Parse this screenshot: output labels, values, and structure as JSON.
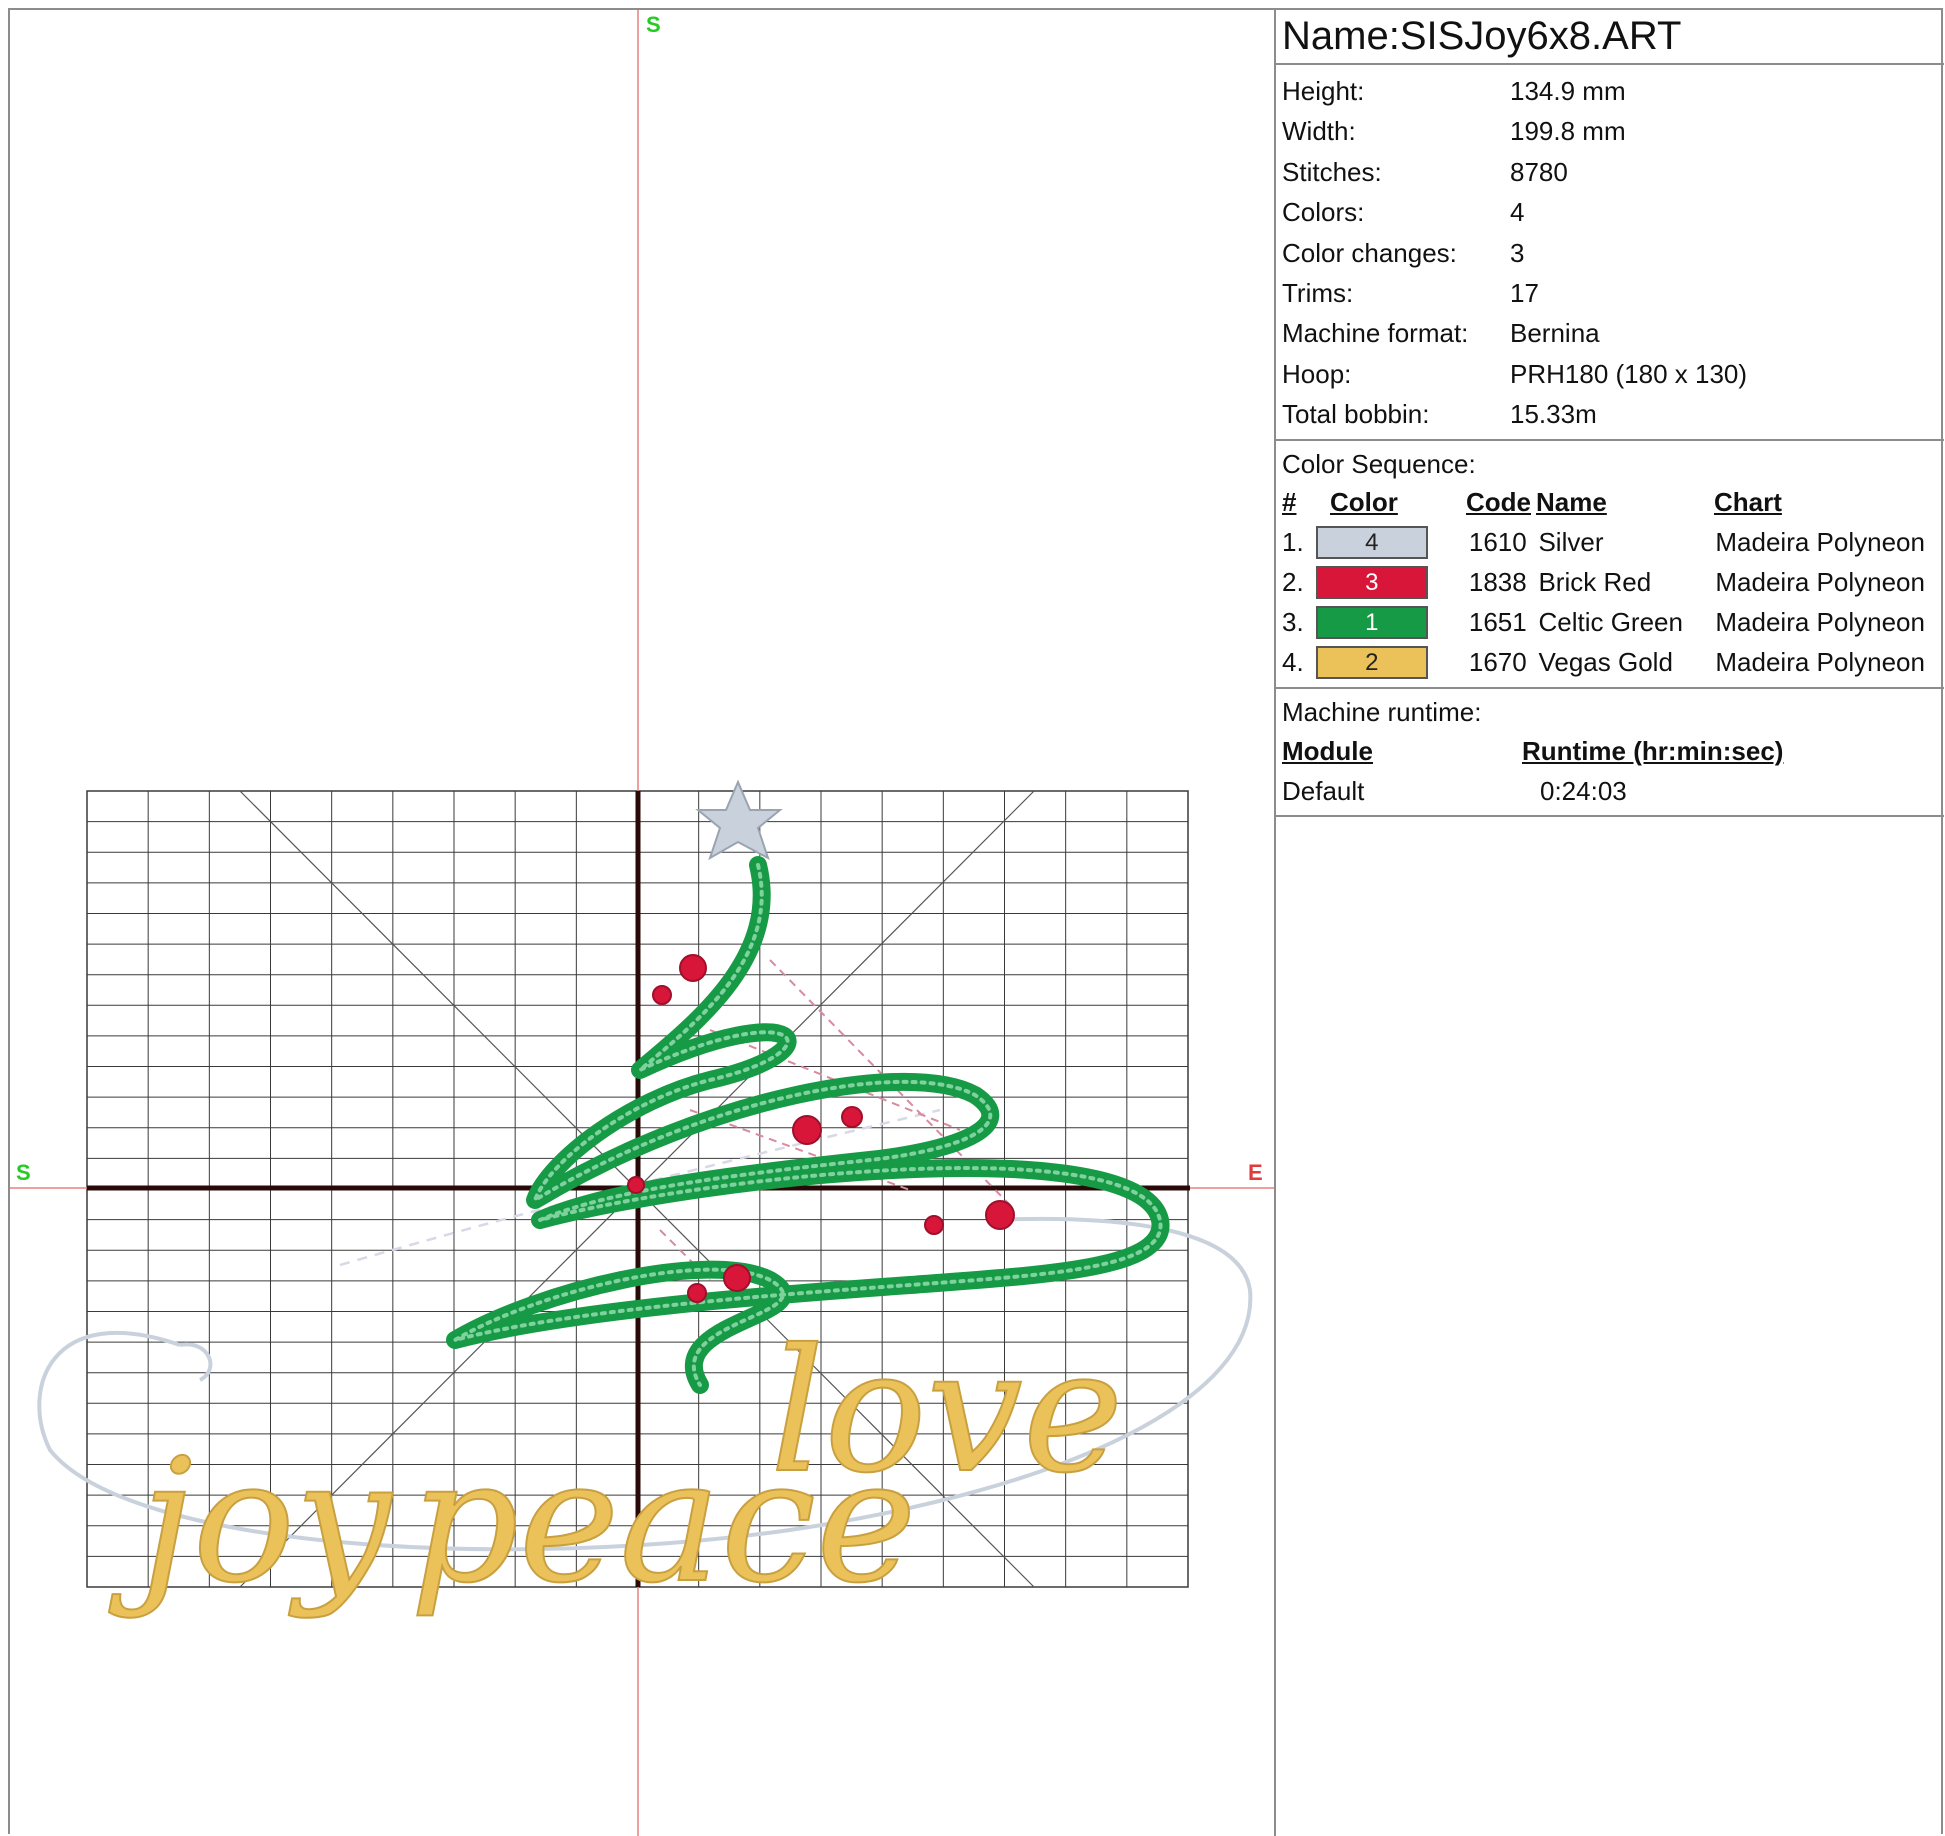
{
  "design": {
    "axis_labels": {
      "top": "S",
      "left": "S",
      "right": "E"
    },
    "text_joy": "joy",
    "text_peace": "peace",
    "text_love": "love",
    "colors": {
      "silver": "#c9d2dc",
      "brick_red": "#d8163a",
      "celtic_green": "#179a45",
      "vegas_gold": "#ebc15a",
      "grid": "#3a3a3a",
      "crosshair": "#2a0a08",
      "axis_line": "#e88080"
    }
  },
  "info": {
    "name_label": "Name:",
    "name_value": "SISJoy6x8.ART",
    "properties": [
      {
        "label": "Height:",
        "value": "134.9 mm"
      },
      {
        "label": "Width:",
        "value": "199.8 mm"
      },
      {
        "label": "Stitches:",
        "value": "8780"
      },
      {
        "label": "Colors:",
        "value": "4"
      },
      {
        "label": "Color changes:",
        "value": "3"
      },
      {
        "label": "Trims:",
        "value": "17"
      },
      {
        "label": "Machine format:",
        "value": "Bernina"
      },
      {
        "label": "Hoop:",
        "value": "PRH180 (180 x 130)"
      },
      {
        "label": "Total bobbin:",
        "value": "15.33m"
      }
    ],
    "color_sequence": {
      "title": "Color Sequence:",
      "headers": {
        "num": "#",
        "color": "Color",
        "code": "Code",
        "name": "Name",
        "chart": "Chart"
      },
      "rows": [
        {
          "num": "1.",
          "swatch": "4",
          "swatch_color": "#c9d2dc",
          "swatch_text": "#222222",
          "code": "1610",
          "name": "Silver",
          "chart": "Madeira Polyneon"
        },
        {
          "num": "2.",
          "swatch": "3",
          "swatch_color": "#d8163a",
          "swatch_text": "#ffffff",
          "code": "1838",
          "name": "Brick Red",
          "chart": "Madeira Polyneon"
        },
        {
          "num": "3.",
          "swatch": "1",
          "swatch_color": "#179a45",
          "swatch_text": "#ffffff",
          "code": "1651",
          "name": "Celtic Green",
          "chart": "Madeira Polyneon"
        },
        {
          "num": "4.",
          "swatch": "2",
          "swatch_color": "#ebc15a",
          "swatch_text": "#222222",
          "code": "1670",
          "name": "Vegas Gold",
          "chart": "Madeira Polyneon"
        }
      ]
    },
    "runtime": {
      "title": "Machine runtime:",
      "headers": {
        "module": "Module",
        "runtime": "Runtime (hr:min:sec)"
      },
      "rows": [
        {
          "module": "Default",
          "runtime": "0:24:03"
        }
      ]
    }
  }
}
